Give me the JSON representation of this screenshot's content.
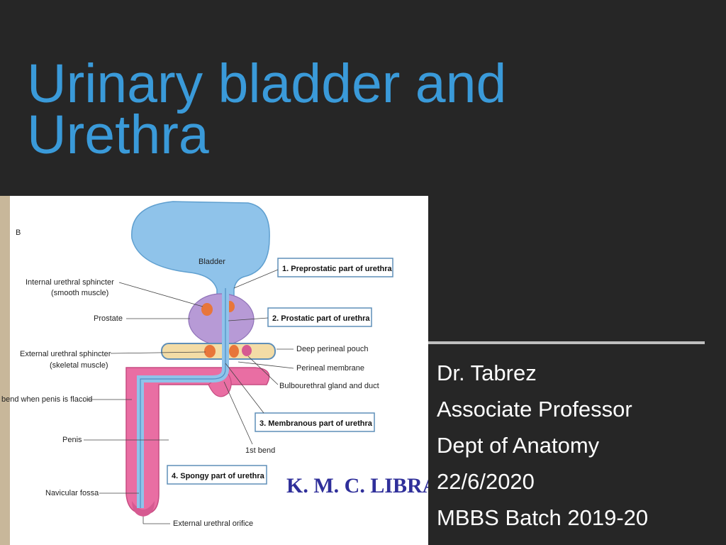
{
  "slide": {
    "title_line1": "Urinary bladder and",
    "title_line2": "Urethra",
    "author": [
      "Dr. Tabrez",
      "Associate Professor",
      "Dept of Anatomy",
      "22/6/2020",
      "MBBS Batch 2019-20"
    ]
  },
  "figure": {
    "panel_letter": "B",
    "labels": {
      "bladder": "Bladder",
      "internal_sphincter": "Internal urethral sphincter",
      "smooth_muscle": "(smooth muscle)",
      "prostate": "Prostate",
      "external_sphincter": "External urethral sphincter",
      "skeletal_muscle": "(skeletal muscle)",
      "bend_flaccid": "bend when penis is flaccid",
      "penis": "Penis",
      "navicular_fossa": "Navicular fossa",
      "deep_perineal_pouch": "Deep perineal pouch",
      "perineal_membrane": "Perineal membrane",
      "bulbourethral": "Bulbourethral gland and duct",
      "first_bend": "1st bend",
      "external_orifice": "External urethral orifice"
    },
    "boxes": {
      "preprostatic": "1. Preprostatic part of urethra",
      "prostatic": "2. Prostatic part of urethra",
      "membranous": "3. Membranous part of urethra",
      "spongy": "4. Spongy part of urethra"
    },
    "stamp": "K. M. C. LIBRA",
    "colors": {
      "bladder": "#8fc3ea",
      "prostate": "#b79ad6",
      "penis": "#e96ea3",
      "sphincter": "#e8763a",
      "pouch": "#f3dca6"
    }
  }
}
